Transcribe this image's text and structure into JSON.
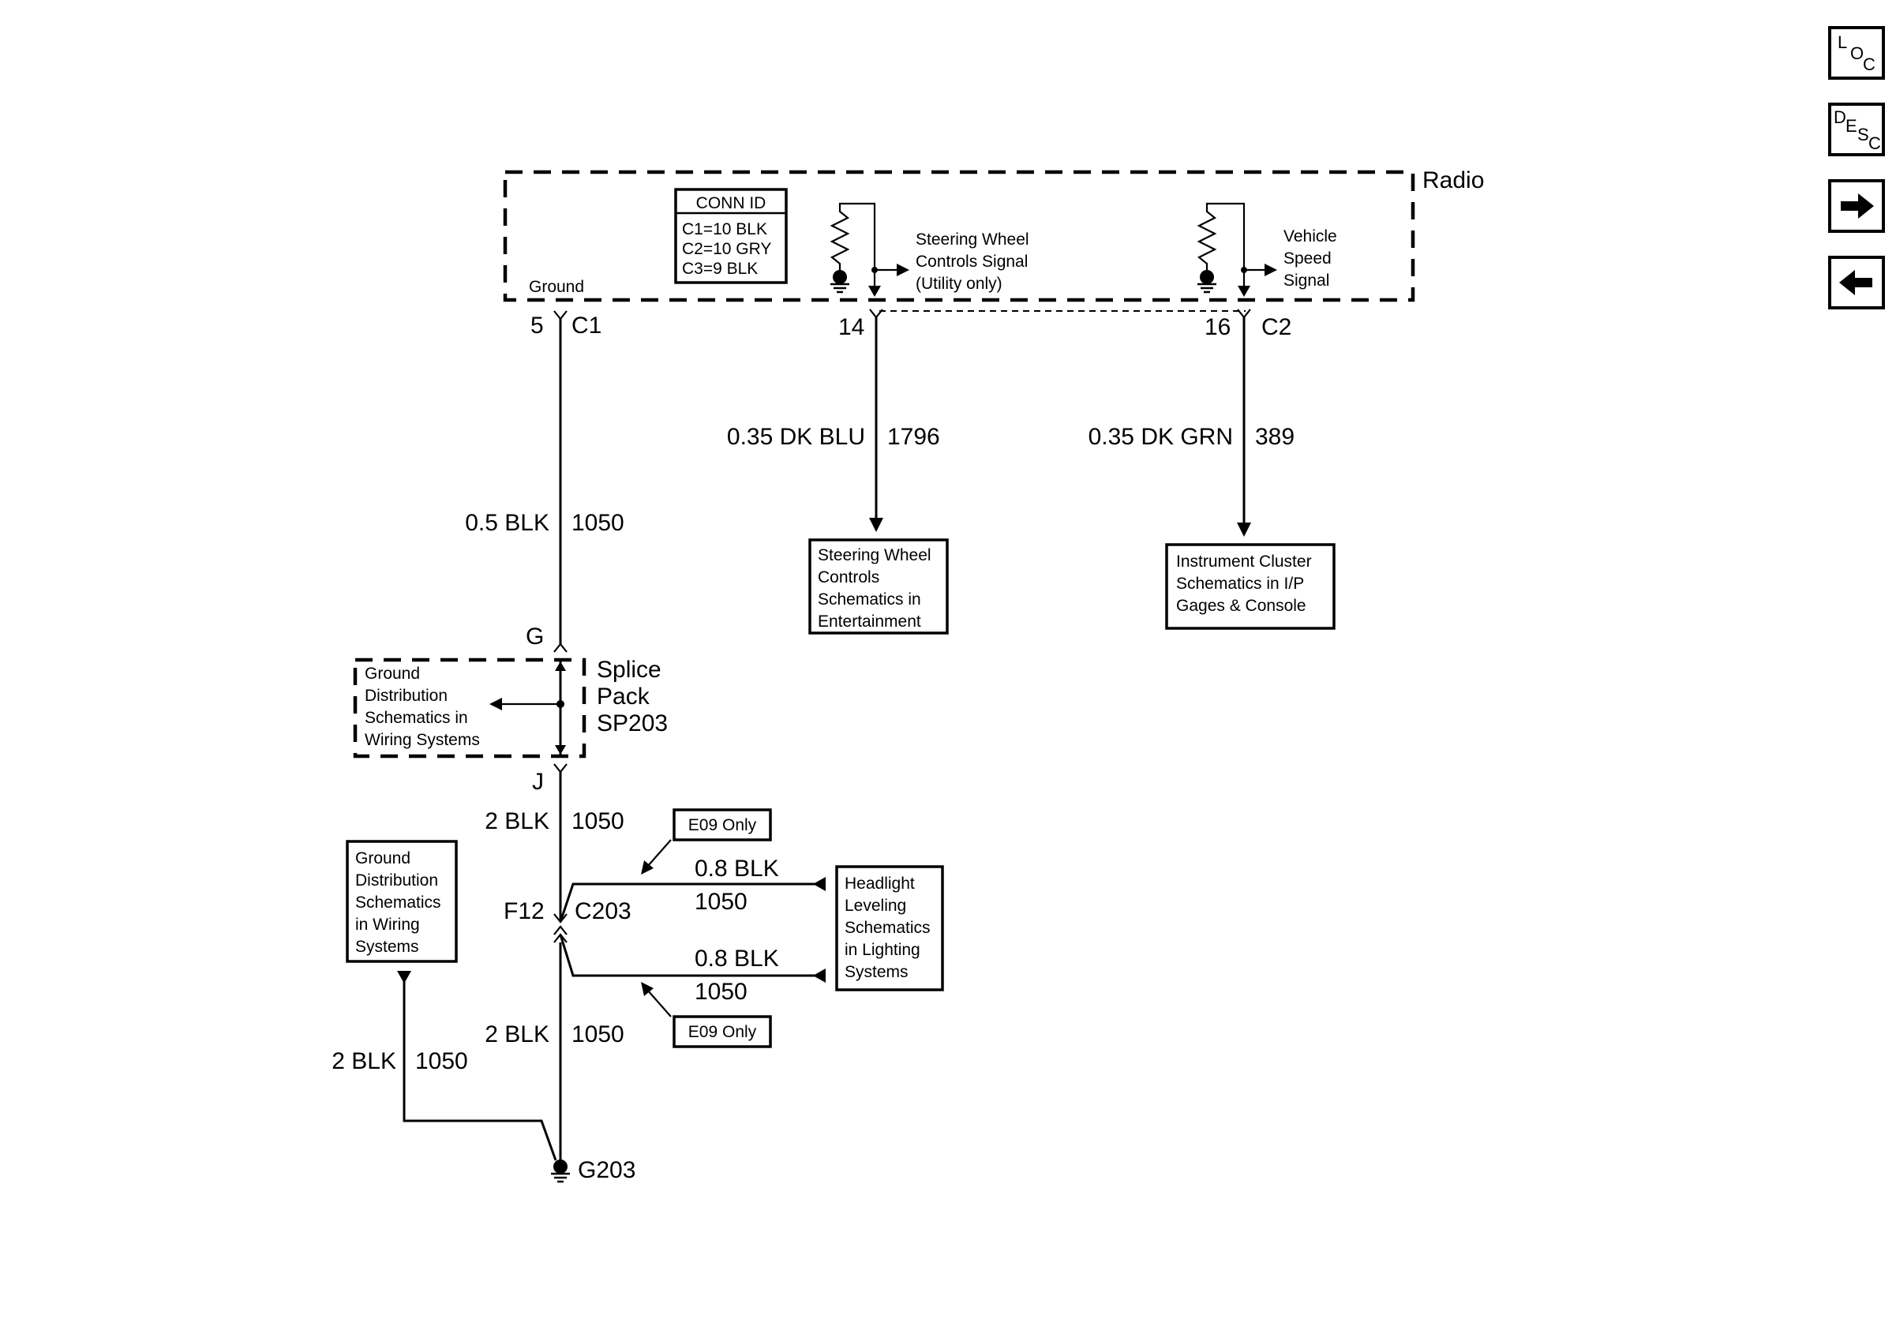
{
  "nav": {
    "loc": [
      "L",
      "O",
      "C"
    ],
    "desc": [
      "D",
      "E",
      "S",
      "C"
    ]
  },
  "radio": {
    "title": "Radio",
    "ground": "Ground",
    "conn_id": {
      "title": "CONN ID",
      "c1": "C1=10 BLK",
      "c2": "C2=10 GRY",
      "c3": "C3=9 BLK"
    },
    "swc_signal": [
      "Steering Wheel",
      "Controls Signal",
      "(Utility only)"
    ],
    "vss_signal": [
      "Vehicle",
      "Speed",
      "Signal"
    ]
  },
  "pins": {
    "c1_pin": "5",
    "c1_conn": "C1",
    "c2_pin14": "14",
    "c2_pin16": "16",
    "c2_conn": "C2"
  },
  "wires": {
    "ground_main": {
      "size": "0.5 BLK",
      "circuit": "1050"
    },
    "swc": {
      "size": "0.35 DK BLU",
      "circuit": "1796"
    },
    "vss": {
      "size": "0.35 DK GRN",
      "circuit": "389"
    },
    "after_splice": {
      "size": "2 BLK",
      "circuit": "1050"
    },
    "headlight_upper": {
      "size": "0.8 BLK",
      "circuit": "1050"
    },
    "headlight_lower": {
      "size": "0.8 BLK",
      "circuit": "1050"
    },
    "after_c203": {
      "size": "2 BLK",
      "circuit": "1050"
    },
    "ground_dist": {
      "size": "2 BLK",
      "circuit": "1050"
    }
  },
  "refs": {
    "swc_box": [
      "Steering Wheel",
      "Controls",
      "Schematics in",
      "Entertainment"
    ],
    "ic_box": [
      "Instrument Cluster",
      "Schematics in I/P",
      "Gages & Console"
    ],
    "splice_ground": [
      "Ground",
      "Distribution",
      "Schematics in",
      "Wiring Systems"
    ],
    "ground_dist_box": [
      "Ground",
      "Distribution",
      "Schematics",
      "in Wiring",
      "Systems"
    ],
    "headlight_box": [
      "Headlight",
      "Leveling",
      "Schematics",
      "in Lighting",
      "Systems"
    ]
  },
  "splice": {
    "name": [
      "Splice",
      "Pack",
      "SP203"
    ],
    "top_pin": "G",
    "bottom_pin": "J"
  },
  "c203": {
    "pin": "F12",
    "conn": "C203"
  },
  "options": {
    "upper": "E09 Only",
    "lower": "E09 Only"
  },
  "ground_point": "G203"
}
